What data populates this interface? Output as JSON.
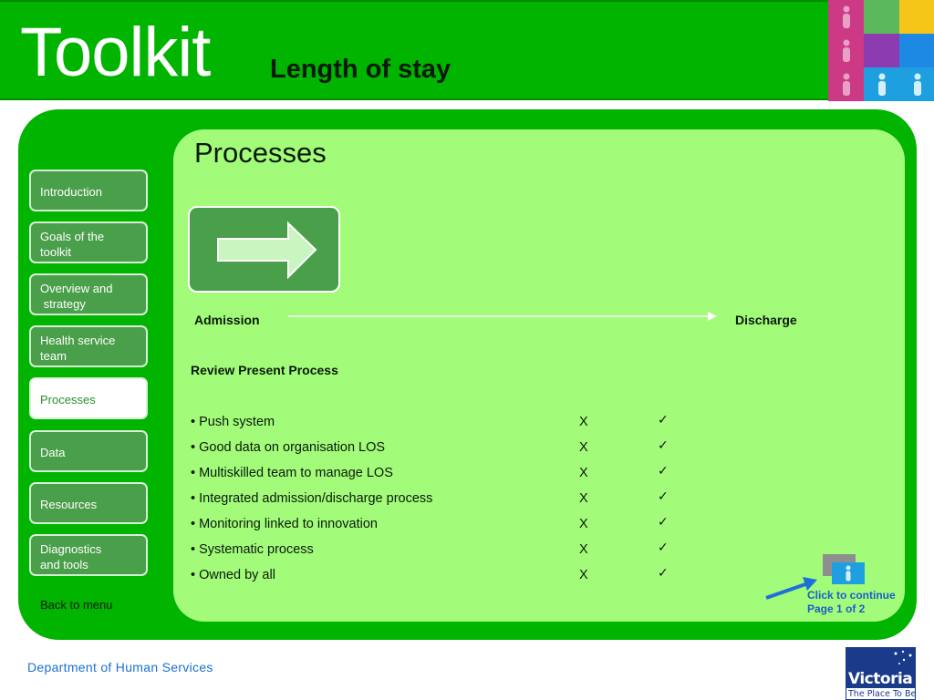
{
  "header": {
    "title": "Toolkit",
    "subtitle": "Length of stay",
    "mosaic_colors": [
      "#cc3a86",
      "#5cb85c",
      "#f5c518",
      "#cc3a86",
      "#8c3cb0",
      "#1e88e5",
      "#cc3a86",
      "#1ea0e0",
      "#1ea0e0"
    ]
  },
  "sidebar": {
    "items": [
      {
        "label": "Introduction"
      },
      {
        "label": "Goals of the\ntoolkit"
      },
      {
        "label": "Overview and\n strategy"
      },
      {
        "label": "Health service\nteam"
      },
      {
        "label": "Processes"
      },
      {
        "label": "Data"
      },
      {
        "label": "Resources"
      },
      {
        "label": "Diagnostics\nand tools"
      }
    ],
    "active": "Processes",
    "back_link": "Back to menu"
  },
  "main": {
    "section_title": "Processes",
    "flow": {
      "start_label": "Admission",
      "end_label": "Discharge"
    },
    "review_heading": "Review Present Process",
    "process_rows": [
      {
        "label": "• Push system",
        "mark_x": "X",
        "mark_check": "✓"
      },
      {
        "label": "• Good data on organisation LOS",
        "mark_x": "X",
        "mark_check": "✓"
      },
      {
        "label": "• Multiskilled team to manage LOS",
        "mark_x": "X",
        "mark_check": "✓"
      },
      {
        "label": "• Integrated admission/discharge process",
        "mark_x": "X",
        "mark_check": "✓"
      },
      {
        "label": "• Monitoring linked to innovation",
        "mark_x": "X",
        "mark_check": "✓"
      },
      {
        "label": "• Systematic process",
        "mark_x": "X",
        "mark_check": "✓"
      },
      {
        "label": "• Owned by all",
        "mark_x": "X",
        "mark_check": "✓"
      }
    ],
    "continue": {
      "label": "Click to continue",
      "page": "Page 1 of 2"
    }
  },
  "footer": {
    "department": "Department of Human Services",
    "logo_name": "Victoria",
    "logo_tagline": "The Place To Be"
  },
  "colors": {
    "header_green": "#00b400",
    "content_green": "#a3fb7a",
    "nav_green": "#4a9f4a",
    "link_blue": "#1a5fc9"
  }
}
